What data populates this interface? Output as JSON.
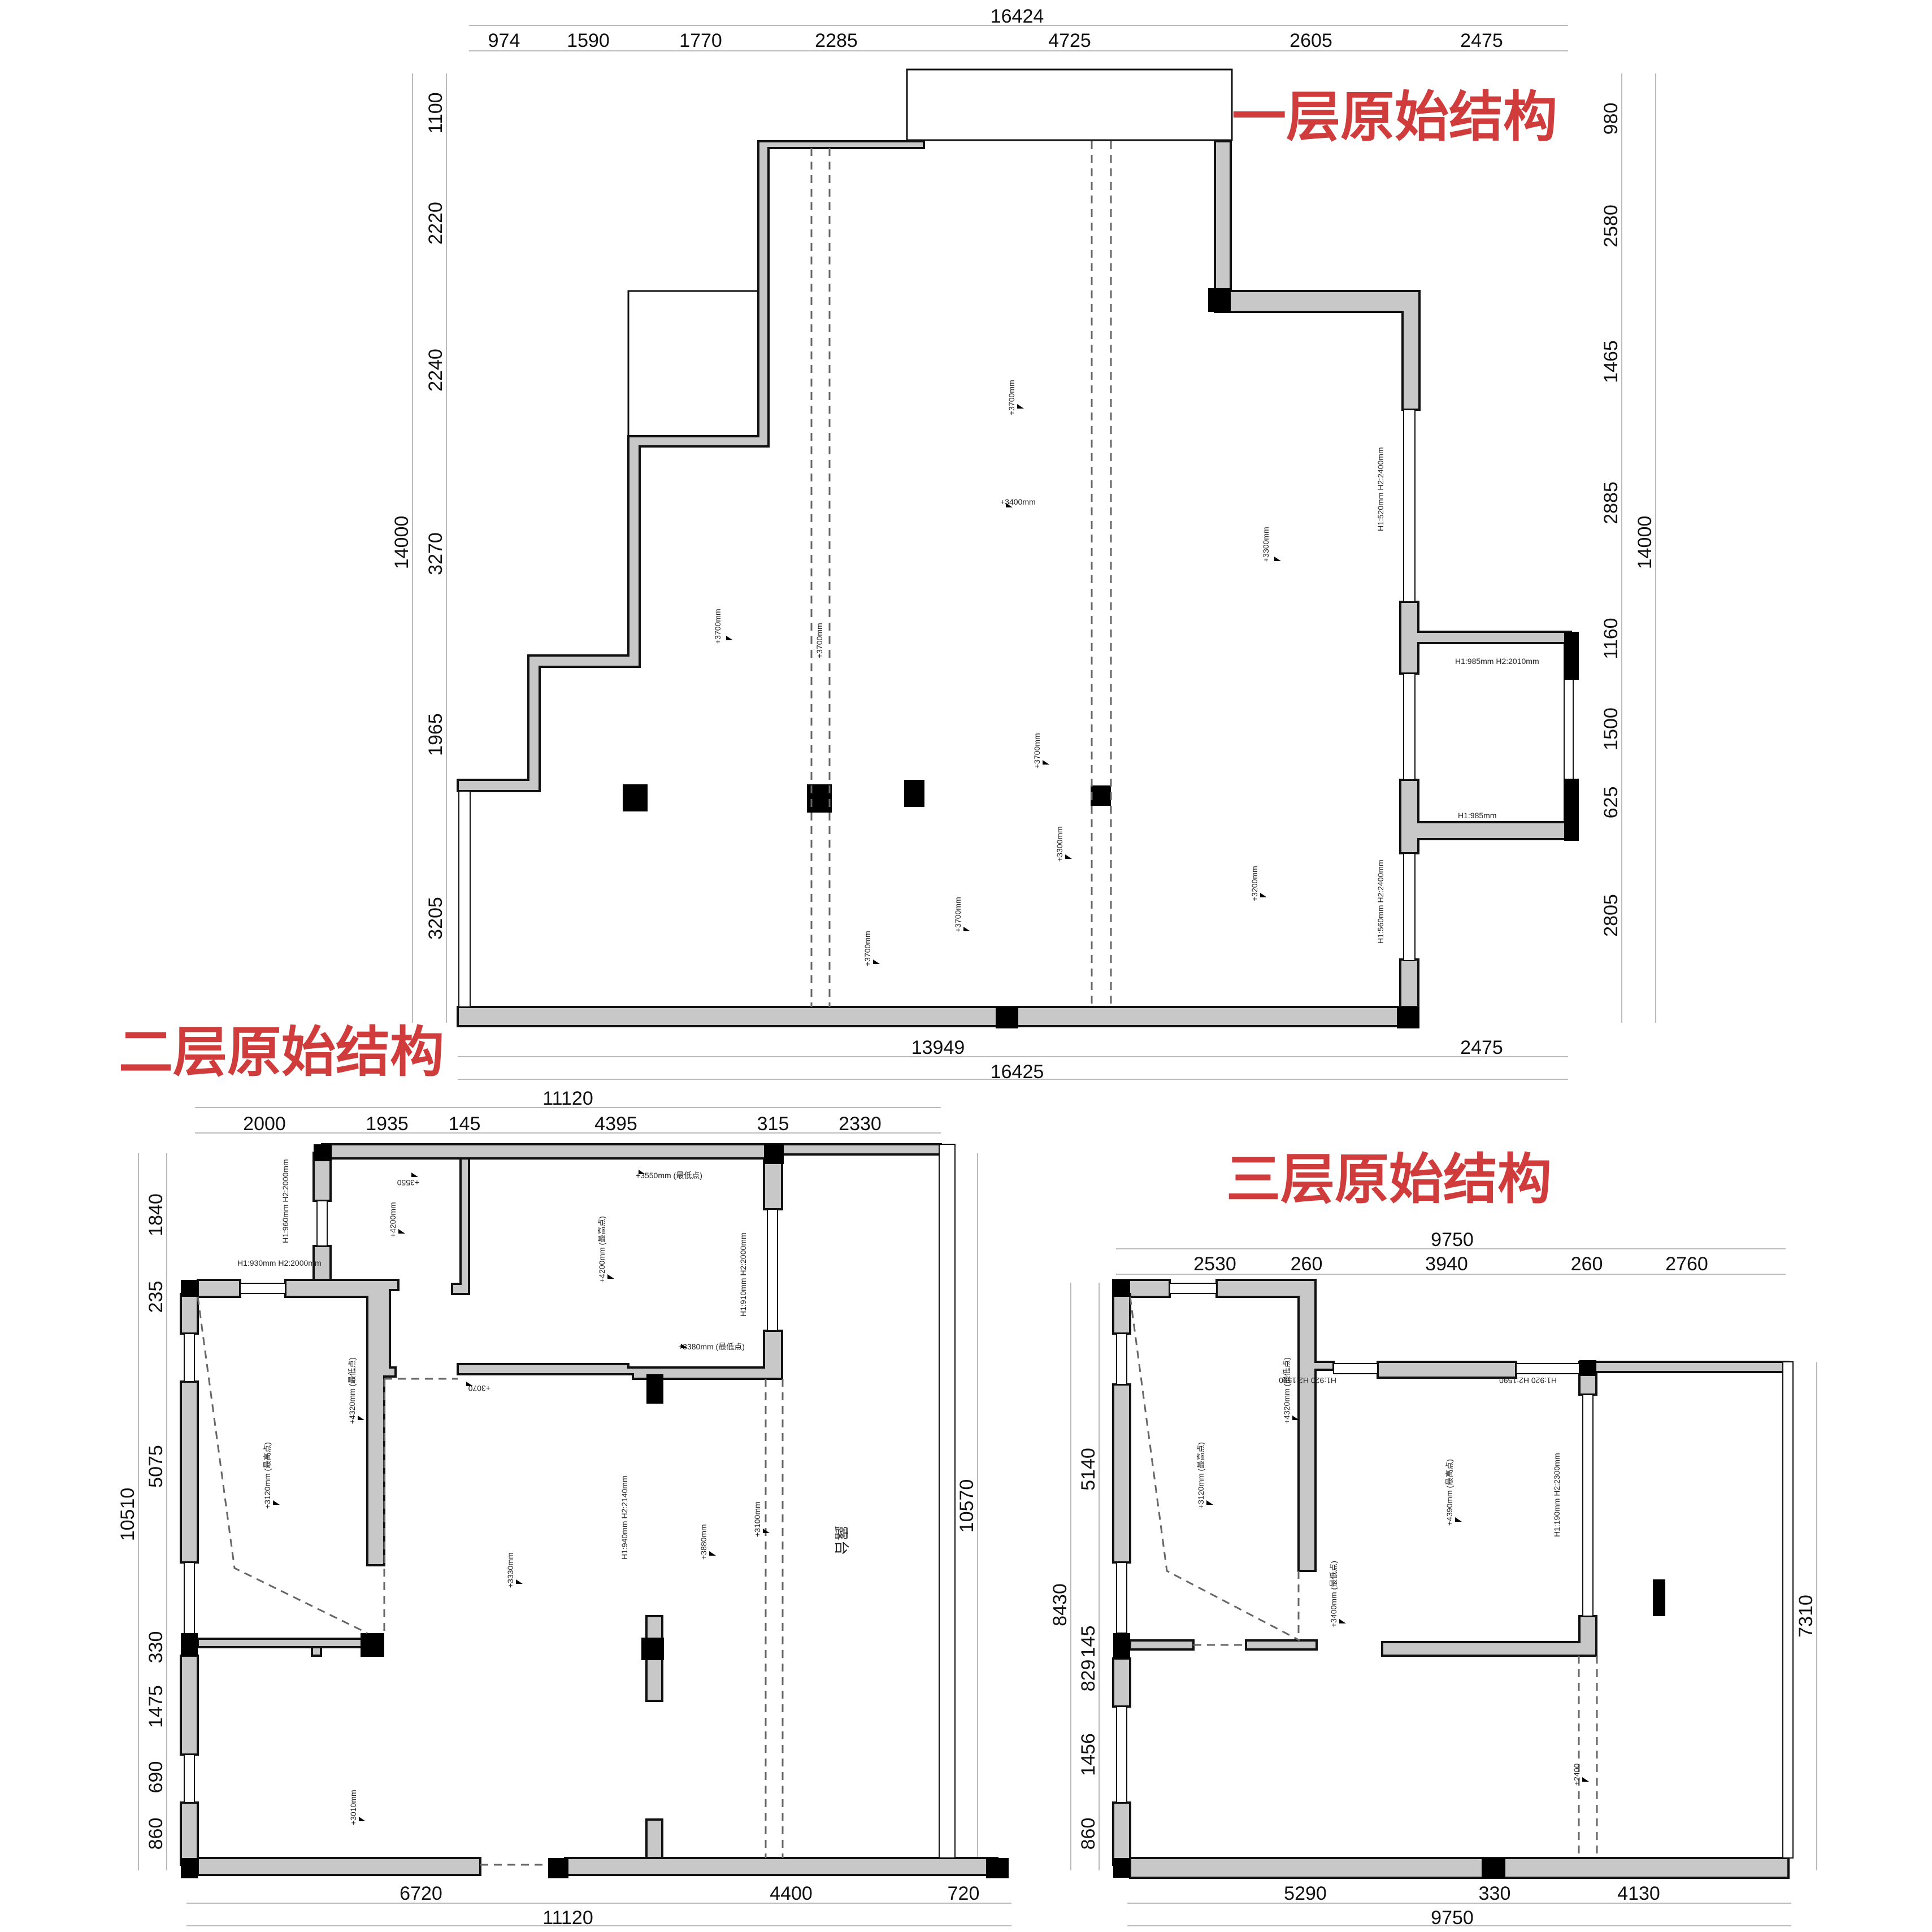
{
  "titles": {
    "floor1": "一层原始结构",
    "floor2": "二层原始结构",
    "floor3": "三层原始结构"
  },
  "floor1": {
    "top_total": "16424",
    "top_segments": [
      "974",
      "1590",
      "1770",
      "2285",
      "4725",
      "2605",
      "2475"
    ],
    "left_total": "14000",
    "left_segments": [
      "1100",
      "2220",
      "2240",
      "3270",
      "1965",
      "3205"
    ],
    "right_total": "14000",
    "right_segments": [
      "980",
      "2580",
      "1465",
      "2885",
      "1160",
      "1500",
      "625",
      "2805"
    ],
    "bottom_segments": [
      "13949",
      "2475"
    ],
    "bottom_total": "16425",
    "notes": {
      "window_a": "H1:520mm H2:2400mm",
      "window_b": "H1:985mm H2:2010mm",
      "window_c": "H1:985mm",
      "window_d": "H1:560mm H2:2400mm",
      "height_1": "+3700mm",
      "height_2": "+3400mm",
      "height_3": "+3300mm",
      "height_4": "+3700mm",
      "height_5": "+3700mm",
      "height_6": "+3700mm",
      "height_7": "+3300mm",
      "height_8": "+3200mm",
      "height_9": "+3700mm",
      "height_10": "+3700mm"
    }
  },
  "floor2": {
    "top_total": "11120",
    "top_segments": [
      "2000",
      "1935",
      "145",
      "4395",
      "315",
      "2330"
    ],
    "left_total": "10510",
    "left_segments": [
      "1840",
      "235",
      "5075",
      "330",
      "1475",
      "690",
      "860"
    ],
    "right_total": "10570",
    "bottom_segments": [
      "6720",
      "4400",
      "720"
    ],
    "bottom_total": "11120",
    "room_label": "露台",
    "notes": {
      "w1": "H1:960mm H2:2000mm",
      "w2": "H1:930mm H2:2000mm",
      "w3": "H1:910mm H2:2000mm",
      "w4": "H1:940mm H2:2140mm",
      "h1": "+3550",
      "h2": "+3550mm (最低点)",
      "h3": "+4200mm",
      "h4": "+4200mm (最高点)",
      "h5": "+3380mm (最低点)",
      "h6": "+3070",
      "h7": "+4320mm (最低点)",
      "h8": "+3120mm (最高点)",
      "h9": "+3330mm",
      "h10": "+3880mm",
      "h11": "+3100mm",
      "h12": "+3010mm"
    }
  },
  "floor3": {
    "top_total": "9750",
    "top_segments": [
      "2530",
      "260",
      "3940",
      "260",
      "2760"
    ],
    "left_total": "8430",
    "left_segments": [
      "5140",
      "145",
      "829",
      "1456",
      "860"
    ],
    "right_total": "7310",
    "bottom_segments": [
      "5290",
      "330",
      "4130"
    ],
    "bottom_total": "9750",
    "notes": {
      "w1": "H1:920 H2:1590",
      "w2": "H1:920 H2:1590",
      "w3": "H1:190mm H2:2300mm",
      "h1": "+4320mm (最低点)",
      "h2": "+3120mm (最高点)",
      "h3": "+4390mm (最高点)",
      "h4": "+3400mm (最低点)",
      "h5": "+2400"
    }
  }
}
